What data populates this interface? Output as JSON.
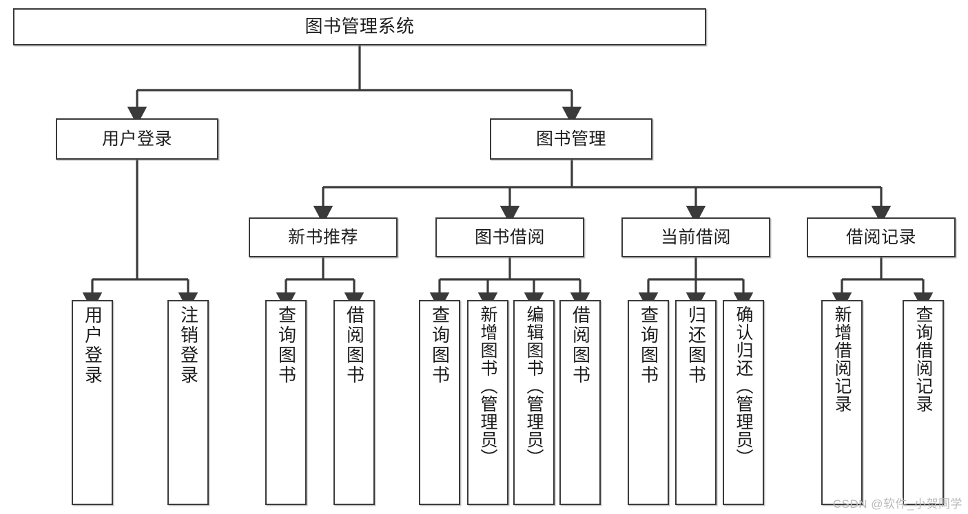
{
  "diagram": {
    "title": "图书管理系统",
    "type": "tree-hierarchy",
    "watermark": "CSDN @软件_小贺同学",
    "colors": {
      "box_border": "#3a3a3a",
      "box_fill": "#ffffff",
      "edge": "#3a3a3a",
      "text": "#1c1c1c",
      "watermark": "#b9b9b9"
    },
    "levels": {
      "root": {
        "label": "图书管理系统"
      },
      "level2": [
        {
          "label": "用户登录"
        },
        {
          "label": "图书管理"
        }
      ],
      "level3": [
        {
          "label": "新书推荐"
        },
        {
          "label": "图书借阅"
        },
        {
          "label": "当前借阅"
        },
        {
          "label": "借阅记录"
        }
      ],
      "leaves": {
        "user_login": [
          {
            "label": "用户登录"
          },
          {
            "label": "注销登录"
          }
        ],
        "new_book_recommend": [
          {
            "label": "查询图书"
          },
          {
            "label": "借阅图书"
          }
        ],
        "book_borrow": [
          {
            "label": "查询图书"
          },
          {
            "label": "新增图书（管理员）"
          },
          {
            "label": "编辑图书（管理员）"
          },
          {
            "label": "借阅图书"
          }
        ],
        "current_borrow": [
          {
            "label": "查询图书"
          },
          {
            "label": "归还图书"
          },
          {
            "label": "确认归还（管理员）"
          }
        ],
        "borrow_record": [
          {
            "label": "新增借阅记录"
          },
          {
            "label": "查询借阅记录"
          }
        ]
      }
    }
  }
}
